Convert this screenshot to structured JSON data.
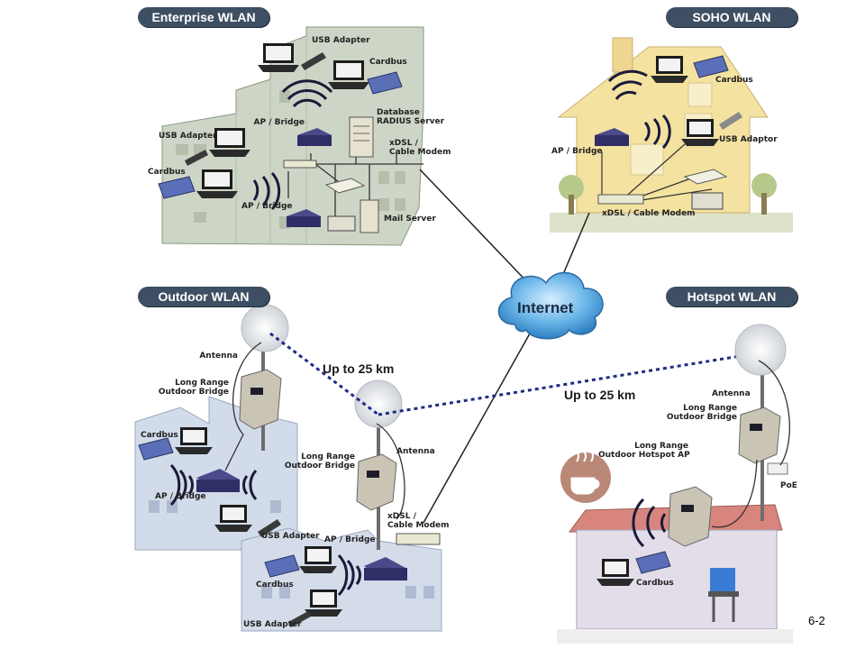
{
  "sections": {
    "enterprise": "Enterprise WLAN",
    "soho": "SOHO WLAN",
    "outdoor": "Outdoor WLAN",
    "hotspot": "Hotspot WLAN"
  },
  "internet": "Internet",
  "enterprise_labels": {
    "usb_top": "USB Adapter",
    "cardbus_top": "Cardbus",
    "ap_top": "AP / Bridge",
    "database": "Database\nRADIUS Server",
    "xdsl": "xDSL /\nCable Modem",
    "usb_left": "USB Adapter",
    "cardbus_left": "Cardbus",
    "ap_bottom": "AP / Bridge",
    "mail": "Mail Server"
  },
  "soho_labels": {
    "cardbus": "Cardbus",
    "usb": "USB Adaptor",
    "ap": "AP / Bridge",
    "xdsl": "xDSL / Cable Modem"
  },
  "outdoor_labels": {
    "antenna_left": "Antenna",
    "lr_left": "Long Range\nOutdoor Bridge",
    "range": "Up to 25 km",
    "cardbus_left": "Cardbus",
    "ap_left": "AP / Bridge",
    "antenna_mid": "Antenna",
    "lr_mid": "Long Range\nOutdoor Bridge",
    "xdsl": "xDSL /\nCable Modem",
    "usb_left": "USB Adapter",
    "ap_mid": "AP / Bridge",
    "cardbus_bottom": "Cardbus",
    "usb_bottom": "USB Adapter"
  },
  "hotspot_labels": {
    "range": "Up to 25 km",
    "antenna": "Antenna",
    "lr_bridge": "Long Range\nOutdoor Bridge",
    "lr_ap": "Long Range\nOutdoor Hotspot AP",
    "poe": "PoE",
    "cardbus": "Cardbus"
  },
  "page_number": "6-2",
  "colors": {
    "pill": "#3f4f63",
    "link": "#1f2b86",
    "cloud": "#4aa3e0",
    "soho_house": "#f4e2a0",
    "enterprise_bldg": "#c9d3c3",
    "outdoor_bldg": "#d3dbe8",
    "hotspot_wall": "#e3ddea"
  }
}
